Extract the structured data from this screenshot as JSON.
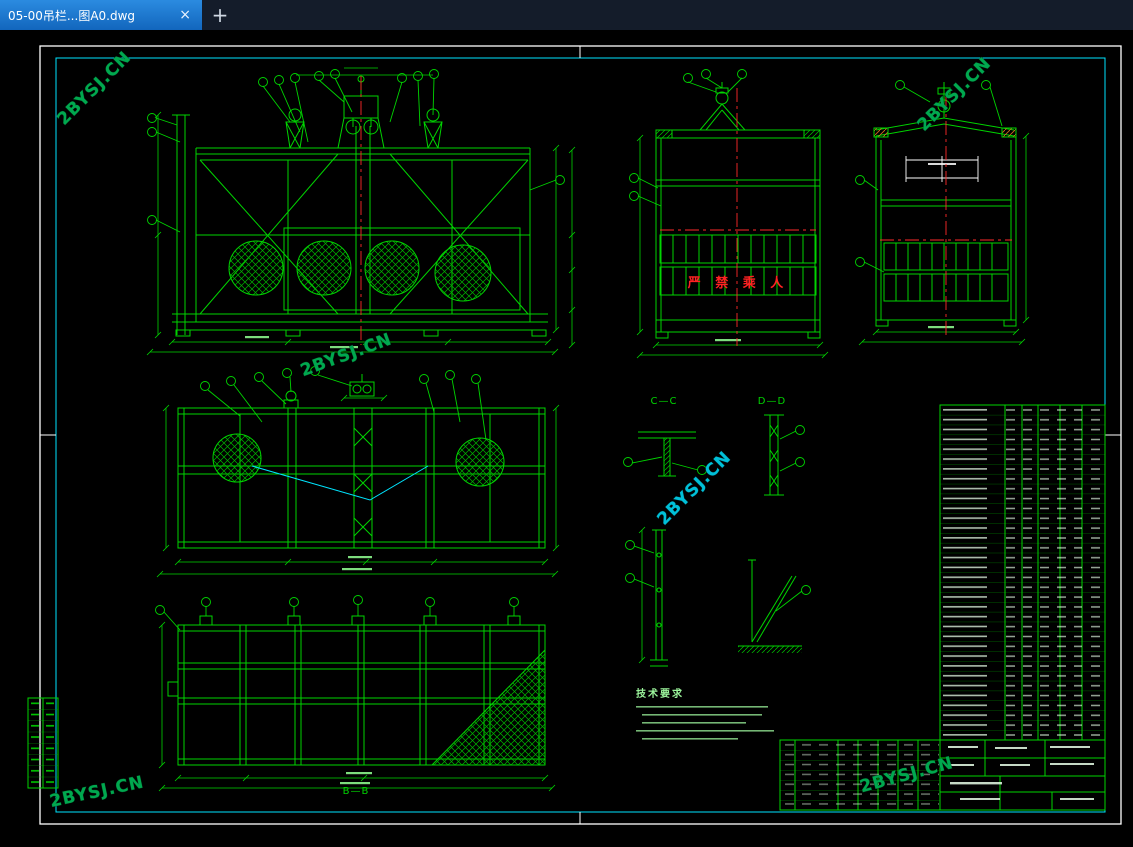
{
  "window": {
    "tab": {
      "title": "05-00吊栏...图A0.dwg",
      "close_glyph": "×"
    },
    "new_tab_glyph": "+"
  },
  "drawing": {
    "watermark_text": "2BYSJ.CN",
    "warning_text": "严 禁 乘 人",
    "notes_title": "技术要求",
    "section_labels": {
      "bb": "B—B",
      "cc": "C—C",
      "dd": "D—D"
    }
  },
  "colors": {
    "canvas_background": "#000000",
    "line_green": "#00d400",
    "centerline_red": "#ff2a2a",
    "sheet_border_white": "#ffffff",
    "inner_border_cyan": "#00e5ff",
    "watermark_green": "#00a84f",
    "watermark_cyan": "#00c0d8",
    "tab_active_blue": "#1878d2",
    "tab_bar_background": "#141c2a"
  }
}
